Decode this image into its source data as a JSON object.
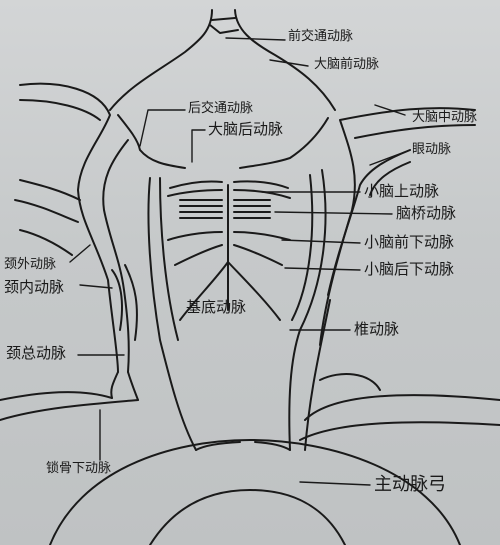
{
  "diagram": {
    "labels": {
      "anterior_communicating": "前交通动脉",
      "anterior_cerebral": "大脑前动脉",
      "posterior_communicating": "后交通动脉",
      "middle_cerebral": "大脑中动脉",
      "posterior_cerebral": "大脑后动脉",
      "ophthalmic": "眼动脉",
      "superior_cerebellar": "小脑上动脉",
      "pontine": "脑桥动脉",
      "anterior_inferior_cerebellar": "小脑前下动脉",
      "posterior_inferior_cerebellar": "小脑后下动脉",
      "external_carotid": "颈外动脉",
      "internal_carotid": "颈内动脉",
      "basilar": "基底动脉",
      "vertebral": "椎动脉",
      "common_carotid": "颈总动脉",
      "subclavian": "锁骨下动脉",
      "aortic_arch": "主动脉弓"
    },
    "colors": {
      "ink": "#1a1a1a",
      "paper": "#c9cccd"
    }
  }
}
